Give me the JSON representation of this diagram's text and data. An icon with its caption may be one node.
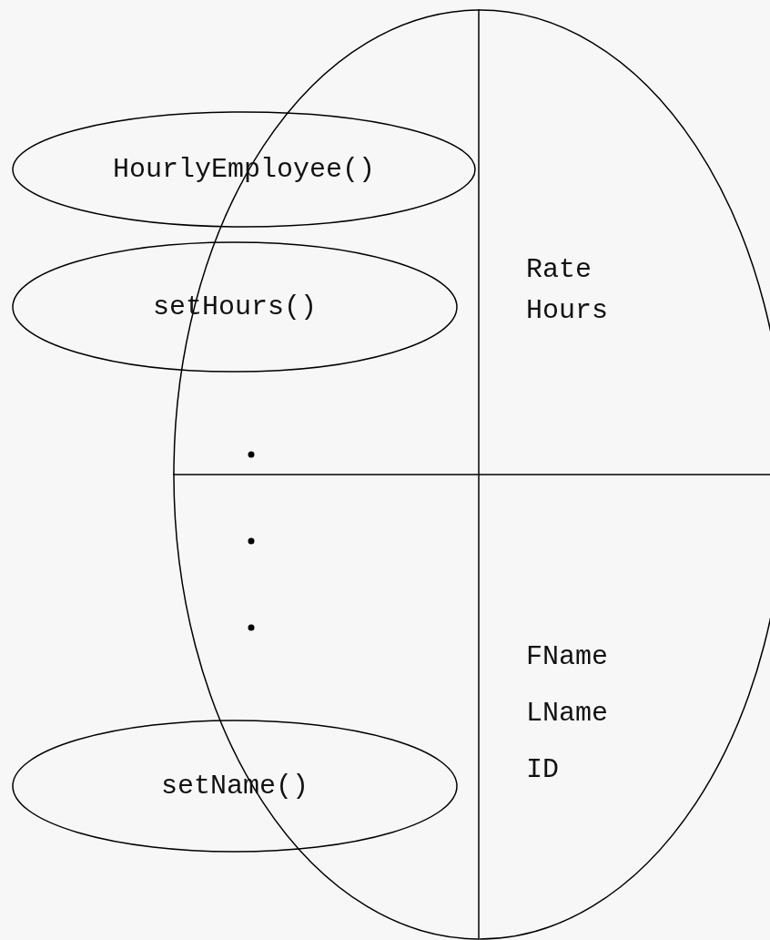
{
  "diagram": {
    "nodes": [
      {
        "text": [
          "Rate Hours",
          "FName LName ID"
        ]
      },
      {
        "text": [
          "HourlyEmployee()"
        ]
      },
      {
        "text": [
          "setHours()"
        ]
      },
      {
        "text": [
          "setName()"
        ]
      }
    ]
  }
}
